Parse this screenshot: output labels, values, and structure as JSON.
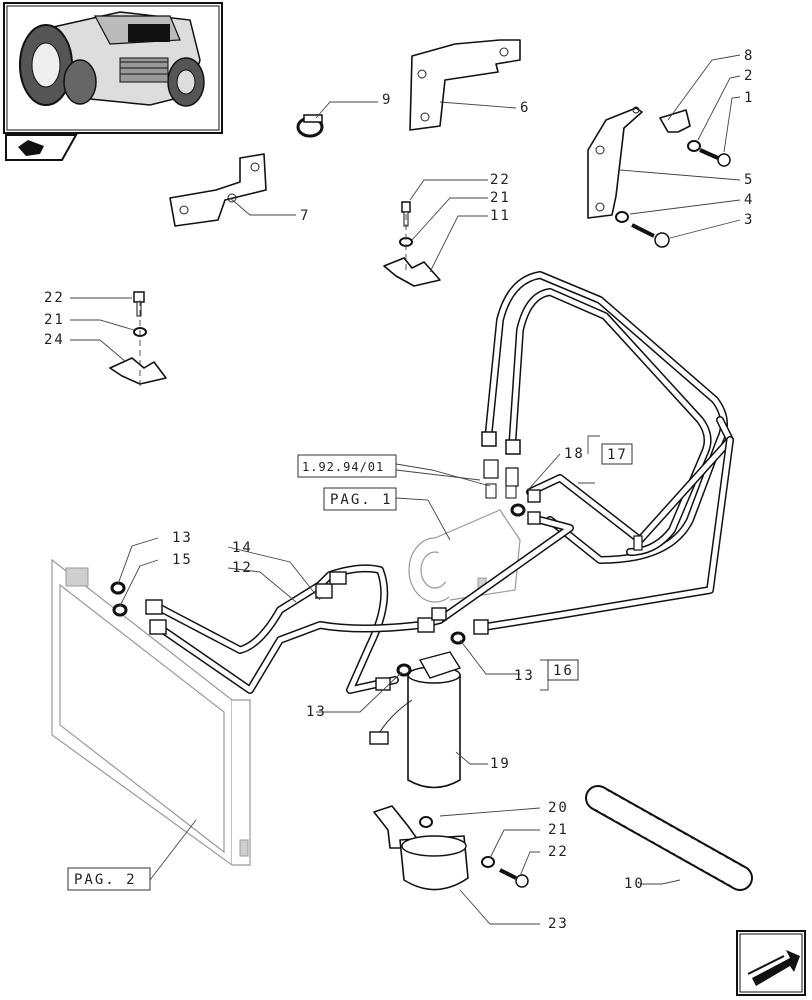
{
  "callouts": {
    "c1": "1",
    "c2": "2",
    "c3": "3",
    "c4": "4",
    "c5": "5",
    "c6": "6",
    "c7": "7",
    "c8": "8",
    "c9": "9",
    "c10": "10",
    "c11": "11",
    "c12": "12",
    "c13a": "13",
    "c13b": "13",
    "c13c": "13",
    "c14": "14",
    "c15": "15",
    "c18": "18",
    "c19": "19",
    "c20": "20",
    "c21a": "21",
    "c21b": "21",
    "c21c": "21",
    "c22a": "22",
    "c22b": "22",
    "c22c": "22",
    "c23": "23",
    "c24": "24"
  },
  "boxed_refs": {
    "ref_17": "17",
    "ref_16": "16",
    "ref_section": "1.92.94/01",
    "ref_pag1": "PAG. 1",
    "ref_pag2": "PAG. 2"
  },
  "icons": [
    "tractor-thumbnail-icon",
    "book-icon",
    "next-page-arrow-icon"
  ]
}
